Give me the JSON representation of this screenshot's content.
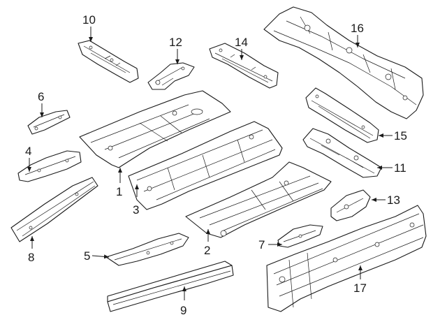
{
  "diagram": {
    "callouts": [
      {
        "id": "1",
        "label": "1"
      },
      {
        "id": "2",
        "label": "2"
      },
      {
        "id": "3",
        "label": "3"
      },
      {
        "id": "4",
        "label": "4"
      },
      {
        "id": "5",
        "label": "5"
      },
      {
        "id": "6",
        "label": "6"
      },
      {
        "id": "7",
        "label": "7"
      },
      {
        "id": "8",
        "label": "8"
      },
      {
        "id": "9",
        "label": "9"
      },
      {
        "id": "10",
        "label": "10"
      },
      {
        "id": "11",
        "label": "11"
      },
      {
        "id": "12",
        "label": "12"
      },
      {
        "id": "13",
        "label": "13"
      },
      {
        "id": "14",
        "label": "14"
      },
      {
        "id": "15",
        "label": "15"
      },
      {
        "id": "16",
        "label": "16"
      },
      {
        "id": "17",
        "label": "17"
      }
    ],
    "colors": {
      "line": "#1a1a1a",
      "background": "#ffffff"
    }
  }
}
